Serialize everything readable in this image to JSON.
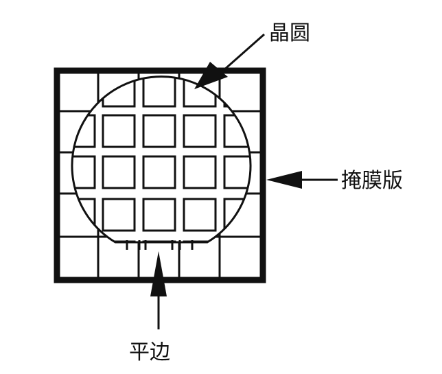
{
  "labels": {
    "wafer": "晶圆",
    "mask": "掩膜版",
    "flat": "平边"
  },
  "colors": {
    "ink": "#111111",
    "background": "#ffffff"
  }
}
